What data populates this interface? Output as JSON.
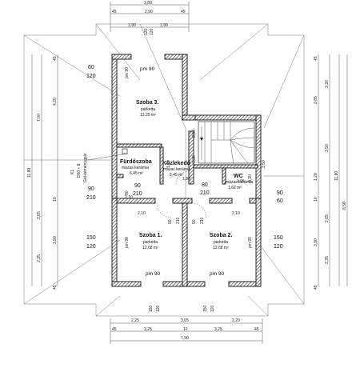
{
  "rooms": {
    "szoba3": {
      "name": "Szoba 3.",
      "floor": "parketta",
      "area": "13,25 m²"
    },
    "furdo": {
      "name": "Fürdőszoba",
      "floor": "mázas kerámia",
      "area": "6,45 m²"
    },
    "kozlekedo": {
      "name": "Közlekedő",
      "floor": "mázas kerámia",
      "area": "5,45 m²"
    },
    "wc": {
      "name": "WC",
      "floor": "mázas kerámia",
      "area": "1,62 m²"
    },
    "szoba1": {
      "name": "Szoba 1.",
      "floor": "parketta",
      "area": "12,68 m²"
    },
    "szoba2": {
      "name": "Szoba 2.",
      "floor": "parketta",
      "area": "12,68 m²"
    }
  },
  "parapets": {
    "pm90": "pm 90"
  },
  "window_labels": {
    "w60": "60",
    "w120": "120",
    "w150": "150",
    "w90": "90",
    "w210": "210",
    "w80": "80"
  },
  "dimensions": {
    "top_total": "3,80",
    "top_segments": [
      "45",
      "2,90",
      "45"
    ],
    "top_sub": [
      "1,90",
      "1,90"
    ],
    "top_pair": [
      "120",
      "120"
    ],
    "bottom_row1": [
      "2,25",
      "3,05",
      "2,20"
    ],
    "bottom_row2": [
      "45",
      "3,25",
      "10",
      "3,25",
      "45"
    ],
    "bottom_total": "7,90",
    "left_total": "11,80",
    "left_parts": [
      "4,20",
      "7,00",
      "2,65",
      "2,35",
      "3,90",
      "45",
      "45",
      "10"
    ],
    "right_total": "11,80",
    "right_parts": [
      "3,30",
      "2,85",
      "3,50",
      "8,50",
      "1,20",
      "2,65",
      "3,90",
      "2,35",
      "45",
      "45",
      "10"
    ],
    "mid_110": "1,10",
    "mid_190": "1,90",
    "mid_210": "2,10",
    "mid_250": "2,50",
    "mid_080": "0,80",
    "mid_030": "0,30",
    "mid_130": "1,30",
    "mid_105": "1,05"
  },
  "chimney_note": {
    "k1": "K1",
    "line1": "D60 ÷ 8",
    "line2": "Gál-kéménygyár"
  }
}
